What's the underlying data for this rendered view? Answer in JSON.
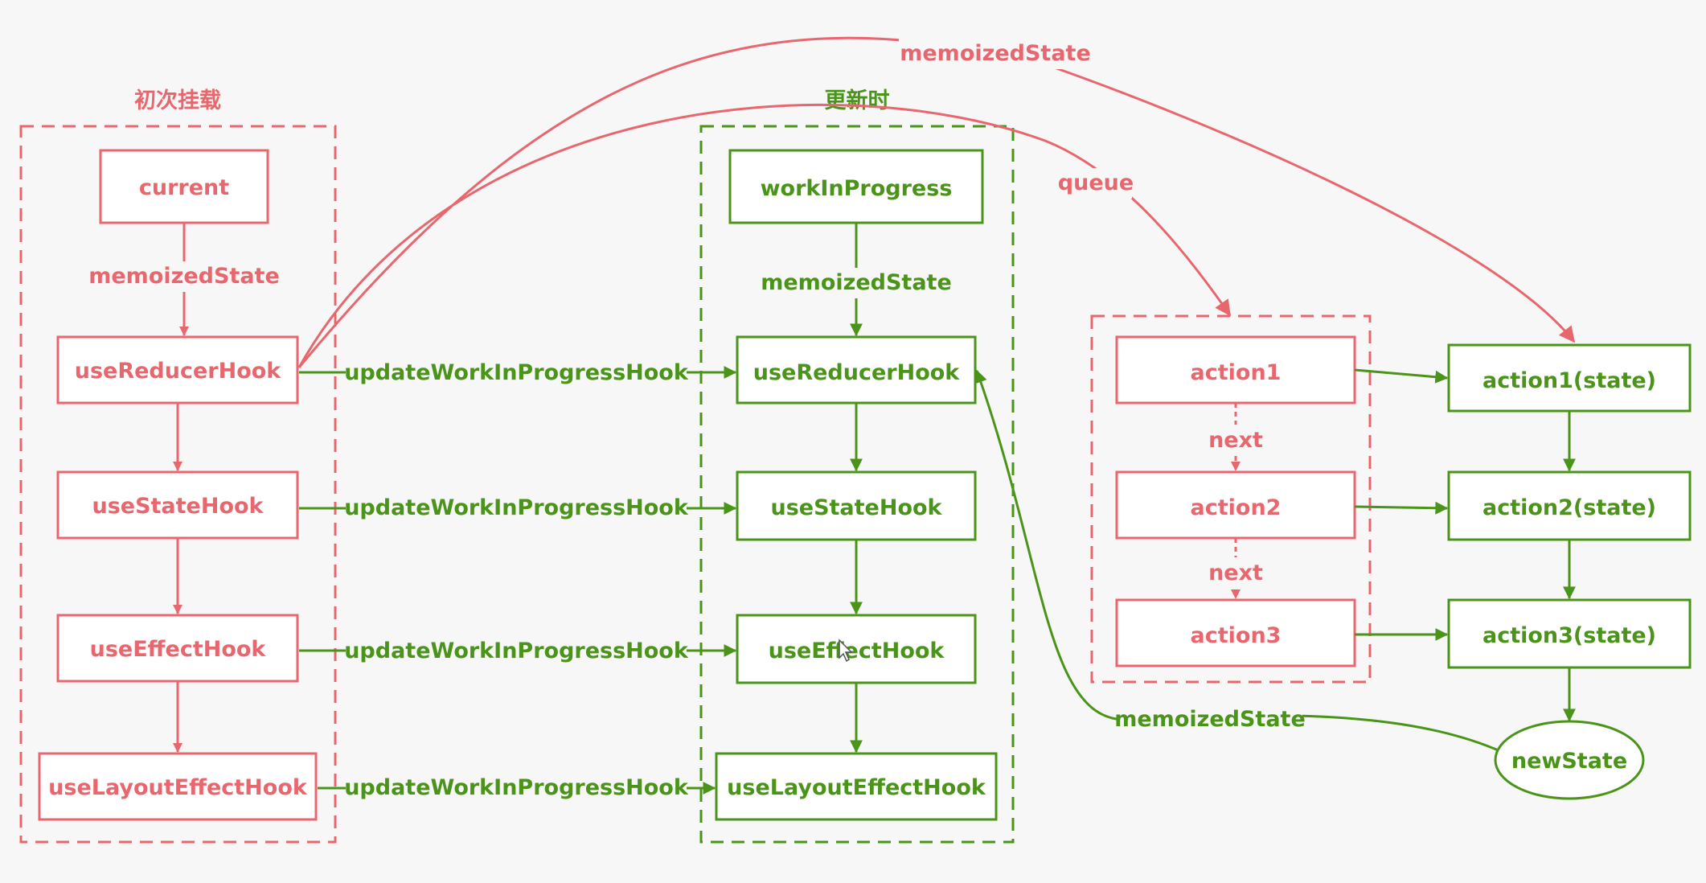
{
  "colors": {
    "red": "#e8676e",
    "green": "#4a9419",
    "background": "#f7f7f7"
  },
  "groups": {
    "mount": {
      "label": "初次挂载"
    },
    "update": {
      "label": "更新时"
    }
  },
  "mount_nodes": {
    "current": "current",
    "use_reducer": "useReducerHook",
    "use_state": "useStateHook",
    "use_effect": "useEffectHook",
    "use_layout_effect": "useLayoutEffectHook"
  },
  "update_nodes": {
    "work_in_progress": "workInProgress",
    "use_reducer": "useReducerHook",
    "use_state": "useStateHook",
    "use_effect": "useEffectHook",
    "use_layout_effect": "useLayoutEffectHook"
  },
  "queue_nodes": {
    "action1": "action1",
    "action2": "action2",
    "action3": "action3"
  },
  "result_nodes": {
    "action1_state": "action1(state)",
    "action2_state": "action2(state)",
    "action3_state": "action3(state)",
    "new_state": "newState"
  },
  "edge_labels": {
    "current_memoized_state": "memoizedState",
    "wip_memoized_state": "memoizedState",
    "top_memoized_state": "memoizedState",
    "queue": "queue",
    "next_1": "next",
    "next_2": "next",
    "return_memoized_state": "memoizedState",
    "update_wip_1": "updateWorkInProgressHook",
    "update_wip_2": "updateWorkInProgressHook",
    "update_wip_3": "updateWorkInProgressHook",
    "update_wip_4": "updateWorkInProgressHook"
  }
}
